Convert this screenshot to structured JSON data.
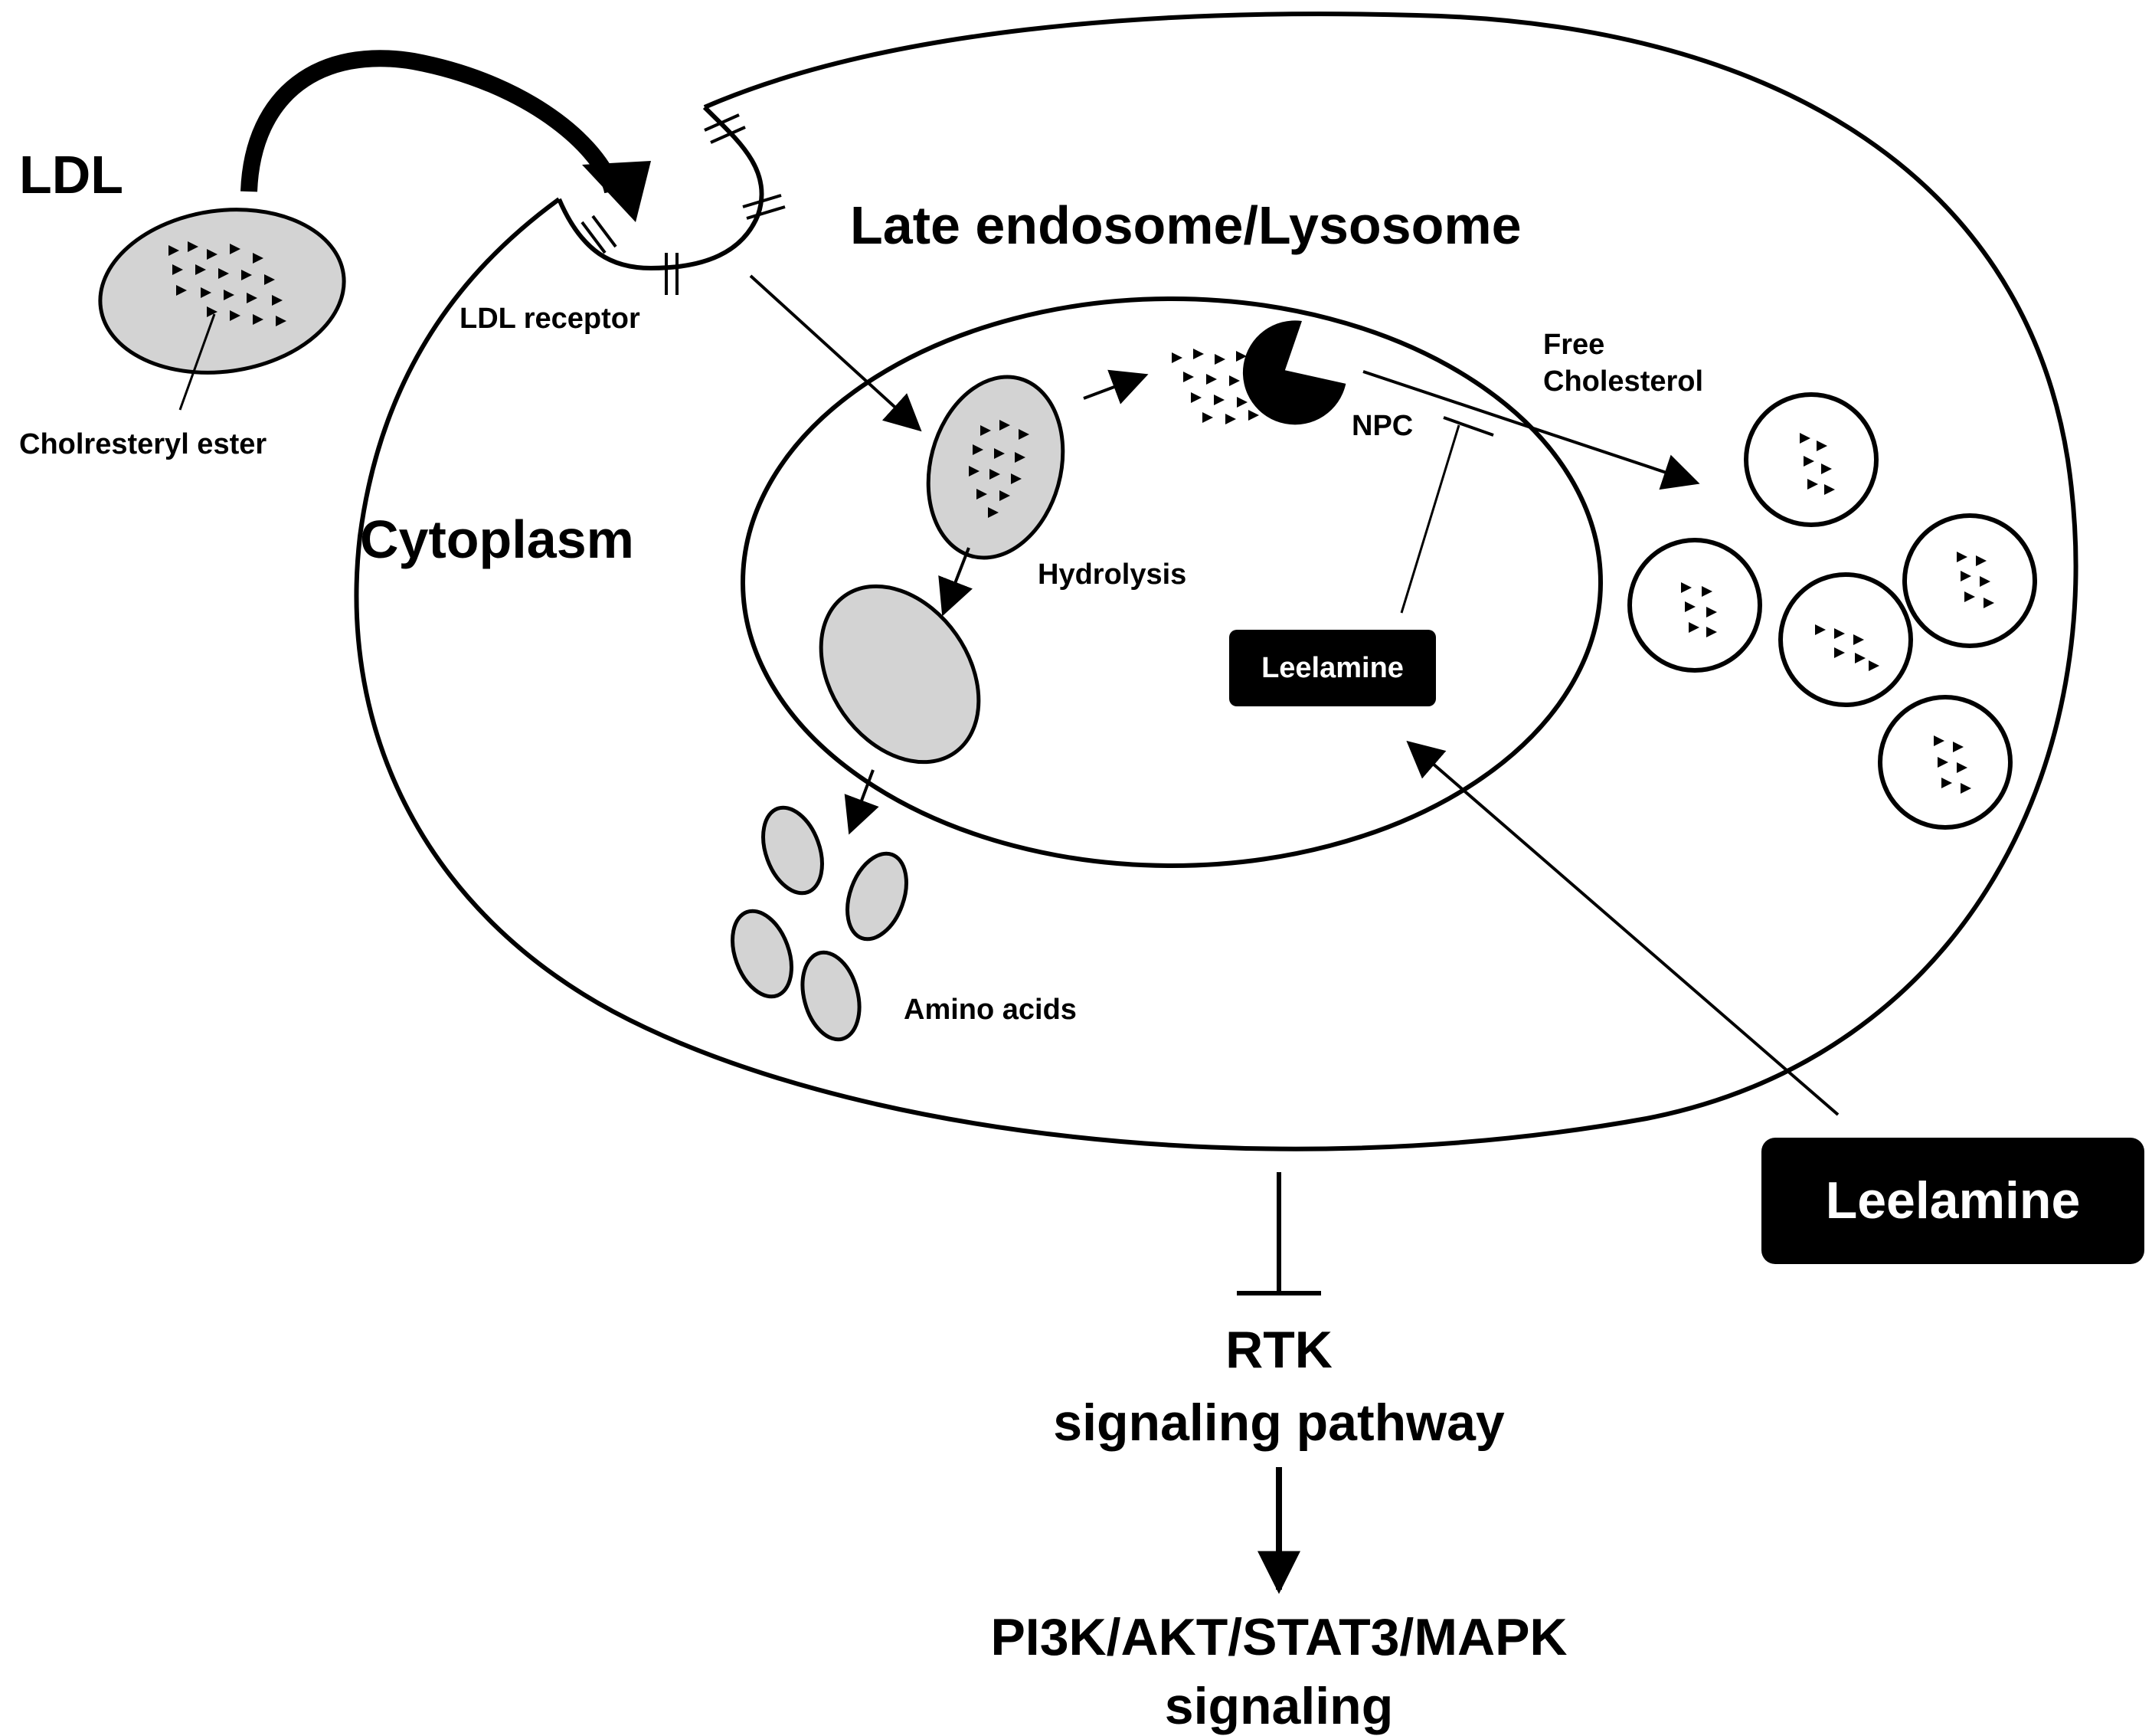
{
  "labels": {
    "ldl": "LDL",
    "cholesteryl_ester": "Cholresteryl ester",
    "ldl_receptor": "LDL receptor",
    "late_endosome": "Late endosome/Lysosome",
    "cytoplasm": "Cytoplasm",
    "hydrolysis": "Hydrolysis",
    "npc": "NPC",
    "free_cholesterol_line1": "Free",
    "free_cholesterol_line2": "Cholesterol",
    "amino_acids": "Amino acids",
    "leelamine_inner": "Leelamine",
    "leelamine_outer": "Leelamine",
    "rtk_line1": "RTK",
    "rtk_line2": "signaling pathway",
    "downstream_line1": "PI3K/AKT/STAT3/MAPK",
    "downstream_line2": "signaling"
  },
  "colors": {
    "stroke": "#000000",
    "vesicle_fill": "#d3d3d3",
    "background": "#ffffff",
    "pill_fill": "#000000",
    "pill_text": "#ffffff"
  }
}
